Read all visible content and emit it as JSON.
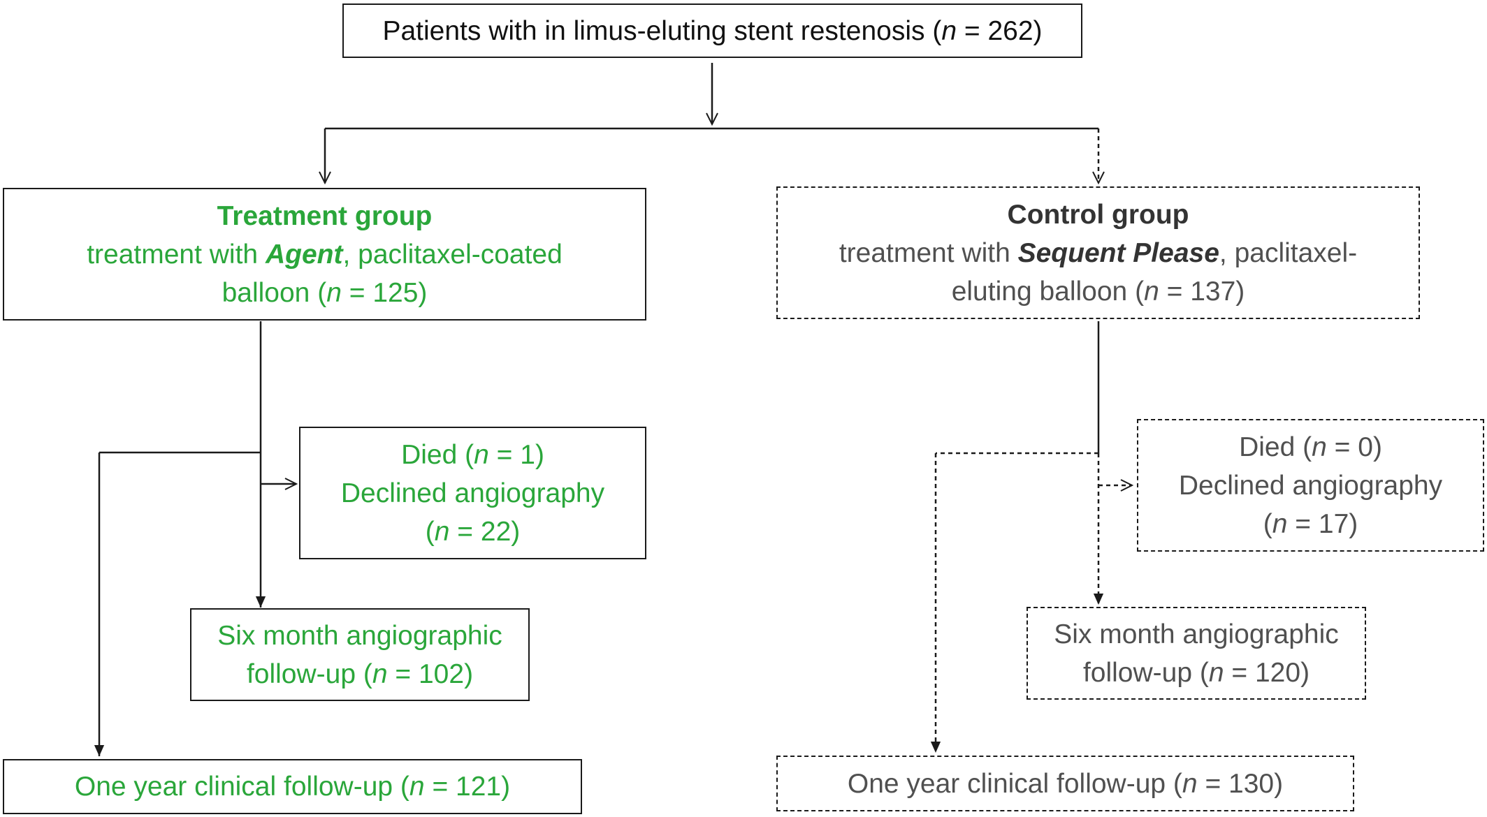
{
  "top": {
    "prefix": "Patients with in limus-eluting stent restenosis (",
    "n_var": "n",
    "n_value": " = 262)"
  },
  "treatment": {
    "heading": "Treatment group",
    "line2_prefix": "treatment with ",
    "agent_name": "Agent",
    "line2_suffix": ", paclitaxel-coated",
    "line3_prefix": "balloon (",
    "n_var": "n",
    "line3_suffix": " = 125)"
  },
  "control": {
    "heading": "Control group",
    "line2_prefix": "treatment with ",
    "agent_name": "Sequent Please",
    "line2_suffix": ", paclitaxel-",
    "line3_prefix": "eluting balloon (",
    "n_var": "n",
    "line3_suffix": " = 137)"
  },
  "treatment_excluded": {
    "died_prefix": "Died (",
    "died_var": "n",
    "died_suffix": " = 1)",
    "declined": "Declined angiography",
    "declined_n_prefix": "(",
    "declined_n_var": "n",
    "declined_n_suffix": " = 22)"
  },
  "control_excluded": {
    "died_prefix": "Died (",
    "died_var": "n",
    "died_suffix": " = 0)",
    "declined": "Declined angiography",
    "declined_n_prefix": "(",
    "declined_n_var": "n",
    "declined_n_suffix": " = 17)"
  },
  "treatment_six_month": {
    "line1": "Six month angiographic",
    "line2_prefix": "follow-up (",
    "n_var": "n",
    "line2_suffix": " = 102)"
  },
  "control_six_month": {
    "line1": "Six month angiographic",
    "line2_prefix": "follow-up (",
    "n_var": "n",
    "line2_suffix": " = 120)"
  },
  "treatment_one_year": {
    "prefix": "One year clinical follow-up (",
    "n_var": "n",
    "suffix": " = 121)"
  },
  "control_one_year": {
    "prefix": "One year clinical follow-up (",
    "n_var": "n",
    "suffix": " = 130)"
  },
  "colors": {
    "treatment_text": "#2aa63a",
    "control_text": "#505050",
    "border": "#1a1a1a"
  }
}
